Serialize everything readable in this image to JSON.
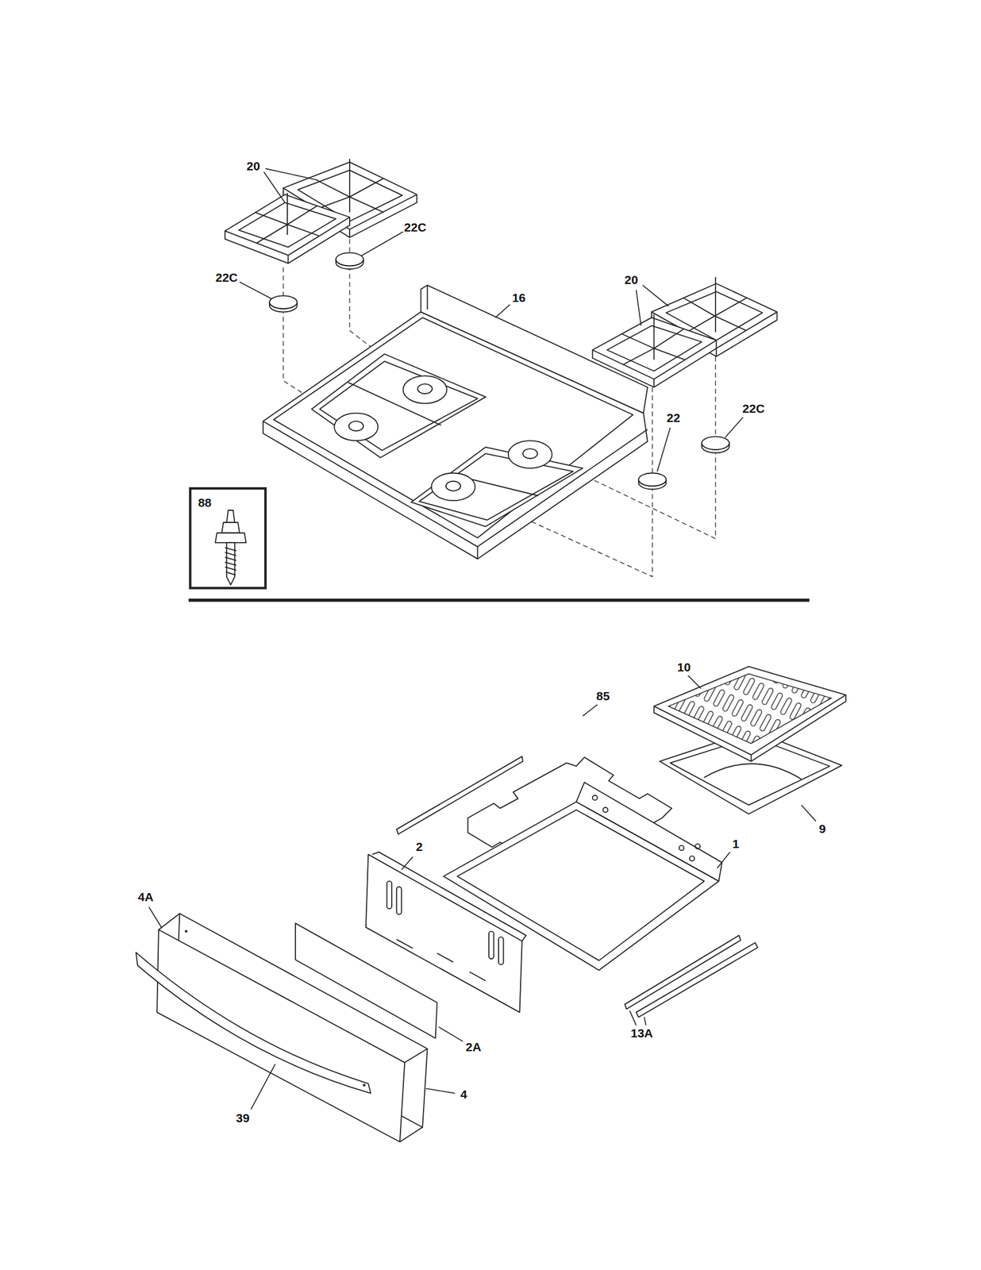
{
  "diagram": {
    "labels": [
      "20",
      "22C",
      "22C",
      "16",
      "20",
      "22",
      "22C",
      "88",
      "10",
      "85",
      "9",
      "2",
      "1",
      "4A",
      "2A",
      "13A",
      "4",
      "39"
    ]
  }
}
